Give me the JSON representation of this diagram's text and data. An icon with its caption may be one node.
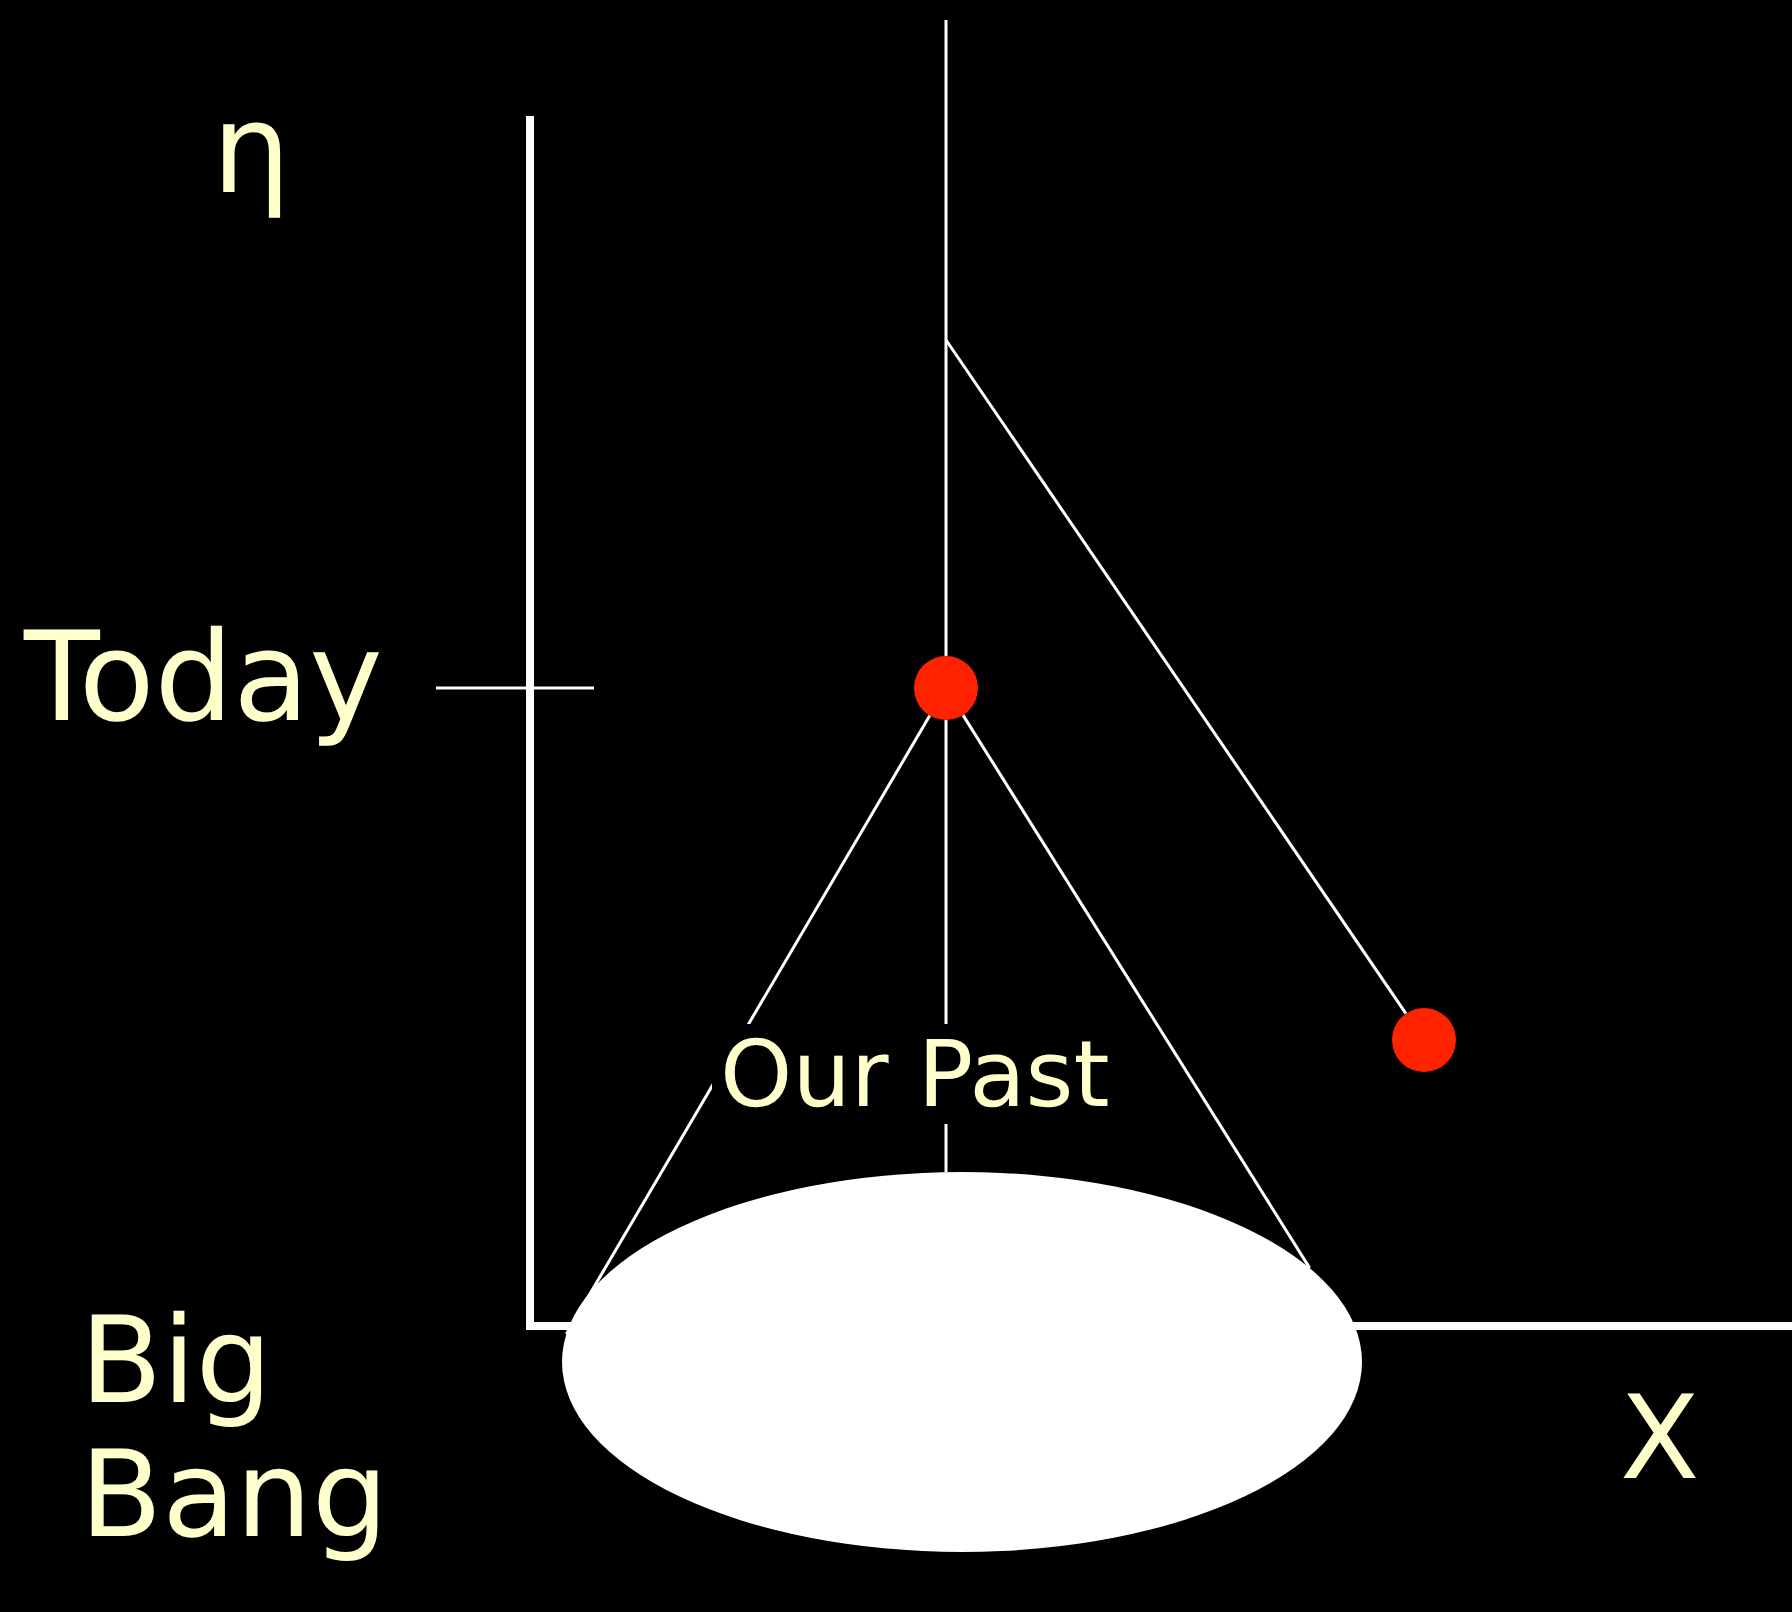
{
  "diagram": {
    "nodes": [
      {
        "text": [],
        "shape": "circle"
      },
      {
        "text": [],
        "shape": "circle"
      },
      {
        "text": [],
        "shape": "circle"
      }
    ],
    "edges": [
      {
        "from": 0,
        "to": 2,
        "arrow": "none"
      },
      {
        "from": 0,
        "to": 2,
        "arrow": "none"
      },
      {
        "from": 0,
        "to": 2,
        "arrow": "none"
      },
      {
        "from": null,
        "to": 1,
        "arrow": "none"
      }
    ],
    "labels": [
      "η",
      "Today",
      "Our Past",
      "Big Bang",
      "X"
    ]
  }
}
